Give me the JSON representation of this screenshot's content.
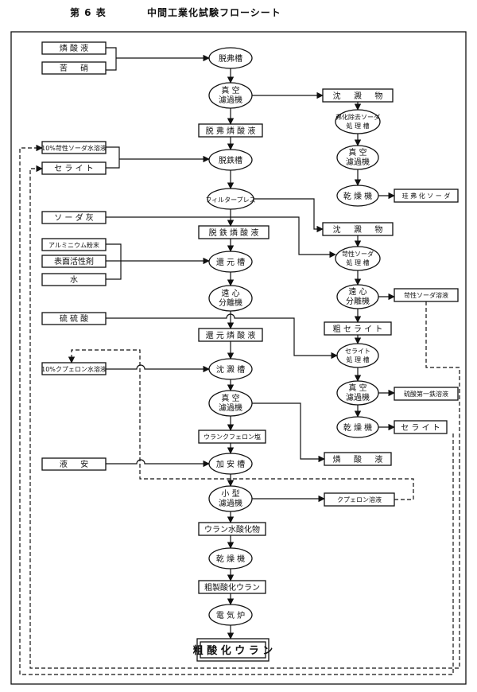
{
  "header": {
    "table_no": "第 6 表",
    "title": "中間工業化試験フローシート"
  },
  "inputs": {
    "phosphoric_acid": "燐 酸 液",
    "lime": "苦 　 硝",
    "naoh": "10%苛性ソーダ水溶液",
    "celite": "セ ラ イ ト",
    "soda_ash": "ソ ー ダ 灰",
    "al_powder": "アルミニウム粉末",
    "surfactant": "表面活性剤",
    "water": "水",
    "sulfuric_acid": "硫 硫 酸",
    "cupferron": "10%クプェロン水溶液",
    "ammonia": "液 　 安"
  },
  "main": {
    "defluorination_tank": "脱弗槽",
    "vacuum_filter": "真 空\n濾過機",
    "defluorinated_acid": "脱 弗 燐 酸 液",
    "deiron_tank": "脱鉄槽",
    "filter_press": "フィルタープレス",
    "deironed_acid": "脱 鉄 燐 酸 液",
    "reduction_tank": "還 元 槽",
    "centrifuge": "遠 心\n分離機",
    "reduced_acid": "還 元 燐 酸 液",
    "precip_tank": "沈 澱 槽",
    "vacuum_filter2": "真 空\n濾過機",
    "u_cupferron": "ウランクフェロン塩",
    "ammonia_tank": "加 安 槽",
    "small_filter": "小 型\n濾過機",
    "u_hydroxide": "ウラン水酸化物",
    "dryer": "乾 燥 機",
    "crude_u_oxide_mid": "粗製酸化ウラン",
    "electric_furnace": "電 気 炉",
    "final_product": "粗 酸 化 ウ ラ ン"
  },
  "right": {
    "sediment1": "沈 　 澱 　 物",
    "naoh_tank": "弗化除去ソーダ\n処 理 槽",
    "vacuum_filter3": "真 空\n濾過機",
    "dryer2": "乾 燥 機",
    "silicofluoride": "珪 弗 化 ソ ー ダ",
    "sediment2": "沈 　 澱 　 物",
    "sodium_hydroxide_tank": "苛性ソーダ\n処 理 槽",
    "centrifuge2": "遠 心\n分離機",
    "sodium_aluminate": "苛性ソーダ溶液",
    "crude_celite": "粗 セ ラ イ ト",
    "celite_treat": "セライト\n処 理 槽",
    "vacuum_filter4": "真 空\n濾過機",
    "ferrous_sulfate": "硫酸第一鉄溶液",
    "dryer3": "乾 燥 機",
    "celite_out": "セ ラ イ ト",
    "phosphoric_out": "燐 　 酸 　 液",
    "cupferron_solution": "クプェロン溶液"
  }
}
